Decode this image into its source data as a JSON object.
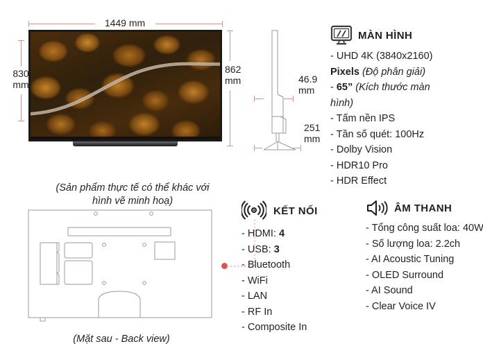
{
  "dimensions": {
    "width_label": "1449 mm",
    "height_left_label": "830\nmm",
    "height_left_line1": "830",
    "height_left_line2": "mm",
    "height_right_line1": "862",
    "height_right_line2": "mm",
    "depth_line1": "46.9",
    "depth_line2": "mm",
    "stand_depth_line1": "251",
    "stand_depth_line2": "mm"
  },
  "captions": {
    "front_note_line1": "(Sản phẩm thực tế có thể khác với",
    "front_note_line2": "hình vẽ minh hoạ)",
    "back_view": "(Mặt sau - Back view)"
  },
  "specs": {
    "display": {
      "icon": "monitor-icon",
      "title": "MÀN HÌNH",
      "items": [
        {
          "text": "- UHD 4K (3840x2160)"
        },
        {
          "bold": "Pixels",
          "italic": " (Độ phân giải)"
        },
        {
          "prefix": "- ",
          "bold": "65”",
          "italic": " (Kích thước màn"
        },
        {
          "italic": "hình)"
        },
        {
          "text": "- Tấm nền IPS"
        },
        {
          "text": "- Tần số quét: 100Hz"
        },
        {
          "text": "- Dolby Vision"
        },
        {
          "text": "- HDR10 Pro"
        },
        {
          "text": "- HDR Effect"
        }
      ]
    },
    "connectivity": {
      "icon": "signal-waves-icon",
      "title": "KẾT NỐI",
      "items": [
        {
          "prefix": "- HDMI: ",
          "bold": "4"
        },
        {
          "prefix": "- USB: ",
          "bold": "3"
        },
        {
          "text": "- Bluetooth"
        },
        {
          "text": "- WiFi"
        },
        {
          "text": "- LAN"
        },
        {
          "text": "- RF In"
        },
        {
          "text": "- Composite In"
        }
      ]
    },
    "audio": {
      "icon": "speaker-icon",
      "title": "ÂM THANH",
      "items": [
        {
          "text": "- Tổng công suất loa: 40W"
        },
        {
          "text": "- Số lượng loa: 2.2ch"
        },
        {
          "text": "- AI Acoustic Tuning"
        },
        {
          "text": "- OLED Surround"
        },
        {
          "text": "- AI Sound"
        },
        {
          "text": "- Clear Voice IV"
        }
      ]
    }
  },
  "colors": {
    "dimension_line": "#c89a96",
    "connector_dot": "#d9534f",
    "text": "#231f20",
    "outline": "#9a9a9a"
  }
}
